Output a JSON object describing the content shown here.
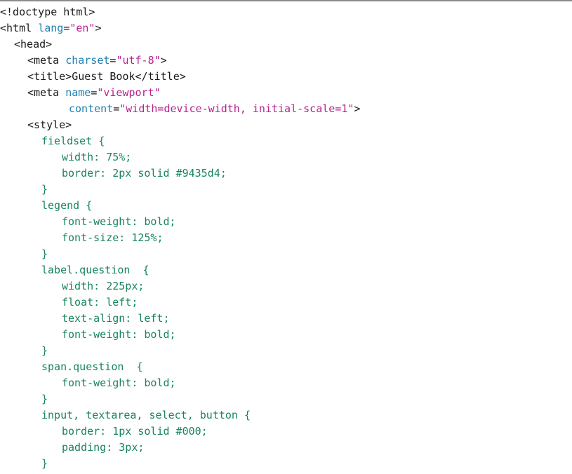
{
  "code": {
    "lines": [
      {
        "indent": 0,
        "segments": [
          {
            "text": "<!doctype html>",
            "type": "tag"
          }
        ]
      },
      {
        "indent": 0,
        "segments": [
          {
            "text": "<html ",
            "type": "tag"
          },
          {
            "text": "lang",
            "type": "attr"
          },
          {
            "text": "=",
            "type": "tag"
          },
          {
            "text": "\"en\"",
            "type": "str"
          },
          {
            "text": ">",
            "type": "tag"
          }
        ]
      },
      {
        "indent": 2,
        "segments": [
          {
            "text": "<head>",
            "type": "tag"
          }
        ]
      },
      {
        "indent": 4,
        "segments": [
          {
            "text": "<meta ",
            "type": "tag"
          },
          {
            "text": "charset",
            "type": "attr"
          },
          {
            "text": "=",
            "type": "tag"
          },
          {
            "text": "\"utf-8\"",
            "type": "str"
          },
          {
            "text": ">",
            "type": "tag"
          }
        ]
      },
      {
        "indent": 4,
        "segments": [
          {
            "text": "<title>",
            "type": "tag"
          },
          {
            "text": "Guest Book",
            "type": "text"
          },
          {
            "text": "</title>",
            "type": "tag"
          }
        ]
      },
      {
        "indent": 4,
        "segments": [
          {
            "text": "<meta ",
            "type": "tag"
          },
          {
            "text": "name",
            "type": "attr"
          },
          {
            "text": "=",
            "type": "tag"
          },
          {
            "text": "\"viewport\"",
            "type": "str"
          }
        ]
      },
      {
        "indent": 10,
        "segments": [
          {
            "text": "content",
            "type": "attr"
          },
          {
            "text": "=",
            "type": "tag"
          },
          {
            "text": "\"width=device-width, initial-scale=1\"",
            "type": "str"
          },
          {
            "text": ">",
            "type": "tag"
          }
        ]
      },
      {
        "indent": 4,
        "segments": [
          {
            "text": "<style>",
            "type": "tag"
          }
        ]
      },
      {
        "indent": 6,
        "segments": [
          {
            "text": "fieldset {",
            "type": "css"
          }
        ]
      },
      {
        "indent": 9,
        "segments": [
          {
            "text": "width: 75%;",
            "type": "css"
          }
        ]
      },
      {
        "indent": 9,
        "segments": [
          {
            "text": "border: 2px solid #9435d4;",
            "type": "css"
          }
        ]
      },
      {
        "indent": 6,
        "segments": [
          {
            "text": "}",
            "type": "css"
          }
        ]
      },
      {
        "indent": 6,
        "segments": [
          {
            "text": "legend {",
            "type": "css"
          }
        ]
      },
      {
        "indent": 9,
        "segments": [
          {
            "text": "font-weight: bold;",
            "type": "css"
          }
        ]
      },
      {
        "indent": 9,
        "segments": [
          {
            "text": "font-size: 125%;",
            "type": "css"
          }
        ]
      },
      {
        "indent": 6,
        "segments": [
          {
            "text": "}",
            "type": "css"
          }
        ]
      },
      {
        "indent": 6,
        "segments": [
          {
            "text": "label.question  {",
            "type": "css"
          }
        ]
      },
      {
        "indent": 9,
        "segments": [
          {
            "text": "width: 225px;",
            "type": "css"
          }
        ]
      },
      {
        "indent": 9,
        "segments": [
          {
            "text": "float: left;",
            "type": "css"
          }
        ]
      },
      {
        "indent": 9,
        "segments": [
          {
            "text": "text-align: left;",
            "type": "css"
          }
        ]
      },
      {
        "indent": 9,
        "segments": [
          {
            "text": "font-weight: bold;",
            "type": "css"
          }
        ]
      },
      {
        "indent": 6,
        "segments": [
          {
            "text": "}",
            "type": "css"
          }
        ]
      },
      {
        "indent": 6,
        "segments": [
          {
            "text": "span.question  {",
            "type": "css"
          }
        ]
      },
      {
        "indent": 9,
        "segments": [
          {
            "text": "font-weight: bold;",
            "type": "css"
          }
        ]
      },
      {
        "indent": 6,
        "segments": [
          {
            "text": "}",
            "type": "css"
          }
        ]
      },
      {
        "indent": 6,
        "segments": [
          {
            "text": "input, textarea, select, button {",
            "type": "css"
          }
        ]
      },
      {
        "indent": 9,
        "segments": [
          {
            "text": "border: 1px solid #000;",
            "type": "css"
          }
        ]
      },
      {
        "indent": 9,
        "segments": [
          {
            "text": "padding: 3px;",
            "type": "css"
          }
        ]
      },
      {
        "indent": 6,
        "segments": [
          {
            "text": "}",
            "type": "css"
          }
        ]
      }
    ]
  },
  "colors": {
    "tag": "#1a1a1a",
    "attribute": "#1f7fb0",
    "string": "#b5238f",
    "css": "#18855a",
    "top_rule": "#8c8c8c"
  }
}
